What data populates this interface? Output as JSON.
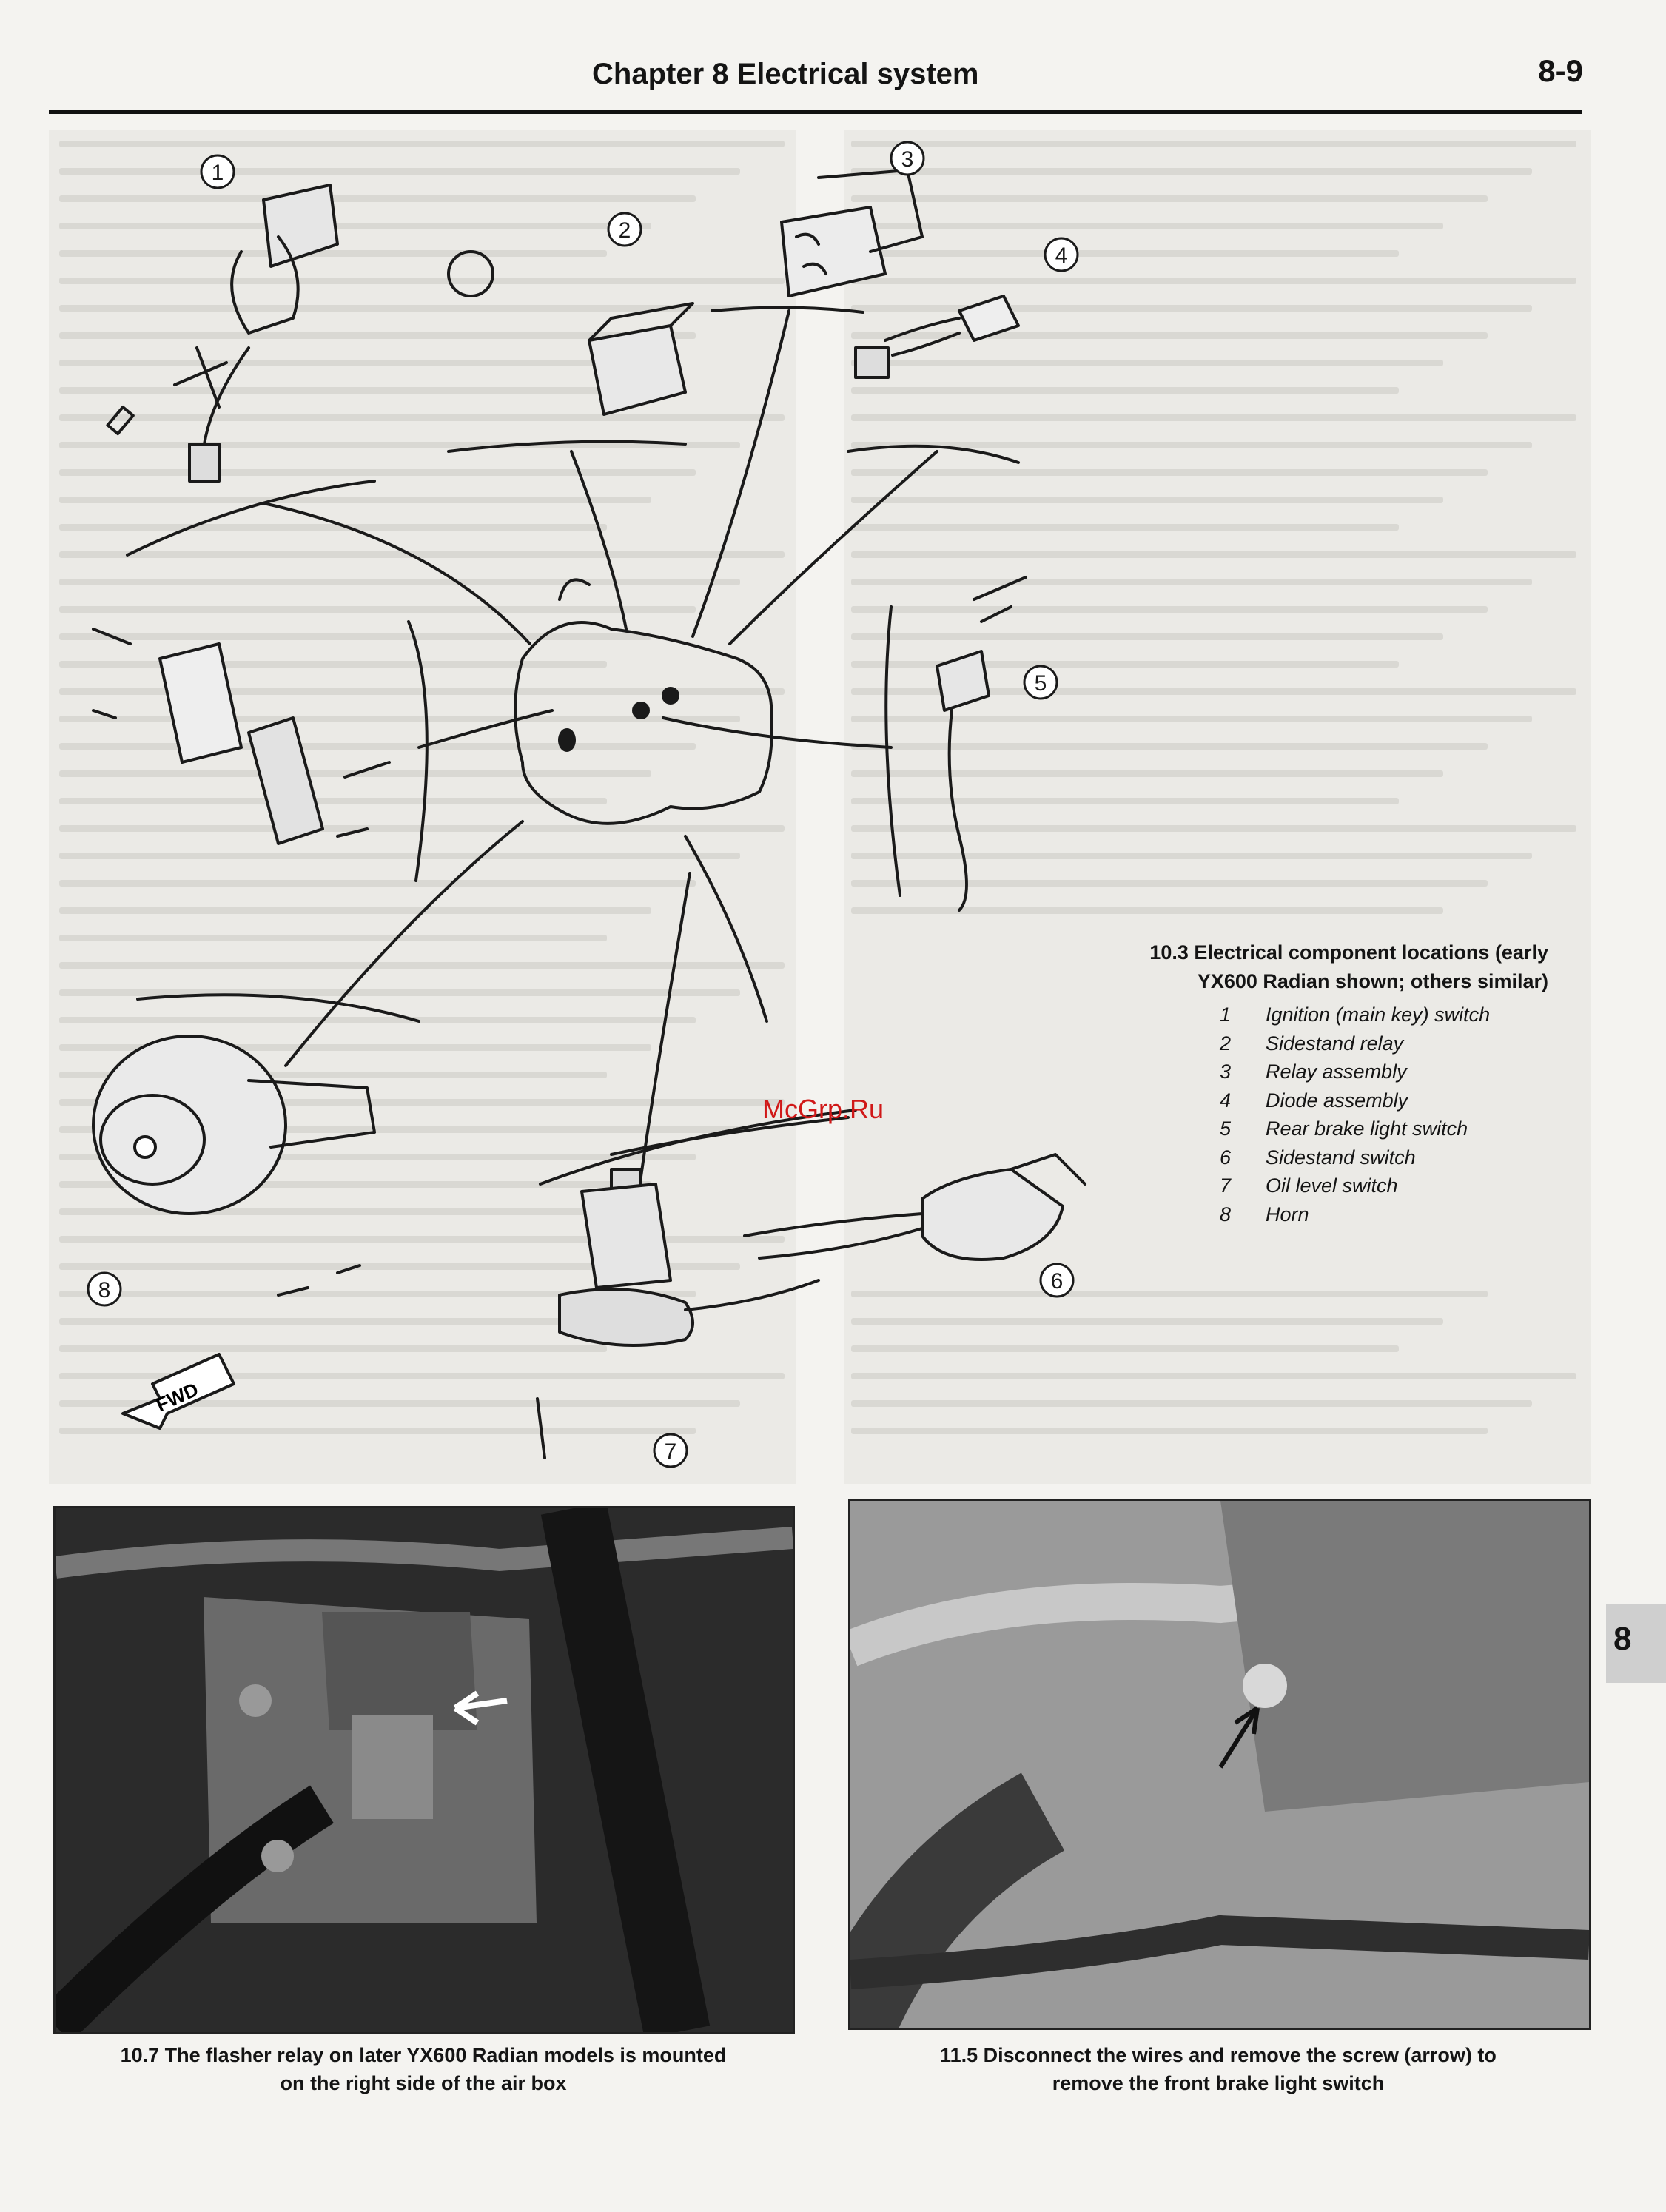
{
  "header": {
    "chapter_title": "Chapter 8  Electrical system",
    "page_number": "8-9"
  },
  "figure_10_3": {
    "caption_line1": "10.3  Electrical component locations (early",
    "caption_line2": "YX600 Radian shown; others similar)",
    "callouts": [
      "1",
      "2",
      "3",
      "4",
      "5",
      "6",
      "7",
      "8"
    ],
    "fwd_label": "FWD",
    "legend": [
      {
        "num": "1",
        "label": "Ignition (main key) switch"
      },
      {
        "num": "2",
        "label": "Sidestand relay"
      },
      {
        "num": "3",
        "label": "Relay assembly"
      },
      {
        "num": "4",
        "label": "Diode assembly"
      },
      {
        "num": "5",
        "label": "Rear brake light switch"
      },
      {
        "num": "6",
        "label": "Sidestand switch"
      },
      {
        "num": "7",
        "label": "Oil level switch"
      },
      {
        "num": "8",
        "label": "Horn"
      }
    ]
  },
  "photo_10_7": {
    "caption_line1": "10.7  The flasher relay on later YX600 Radian models is mounted",
    "caption_line2": "on the right side of the air box"
  },
  "photo_11_5": {
    "caption_line1": "11.5  Disconnect the wires and remove the screw (arrow) to",
    "caption_line2": "remove the front brake light switch"
  },
  "chapter_tab": "8",
  "watermark": "McGrp.Ru"
}
